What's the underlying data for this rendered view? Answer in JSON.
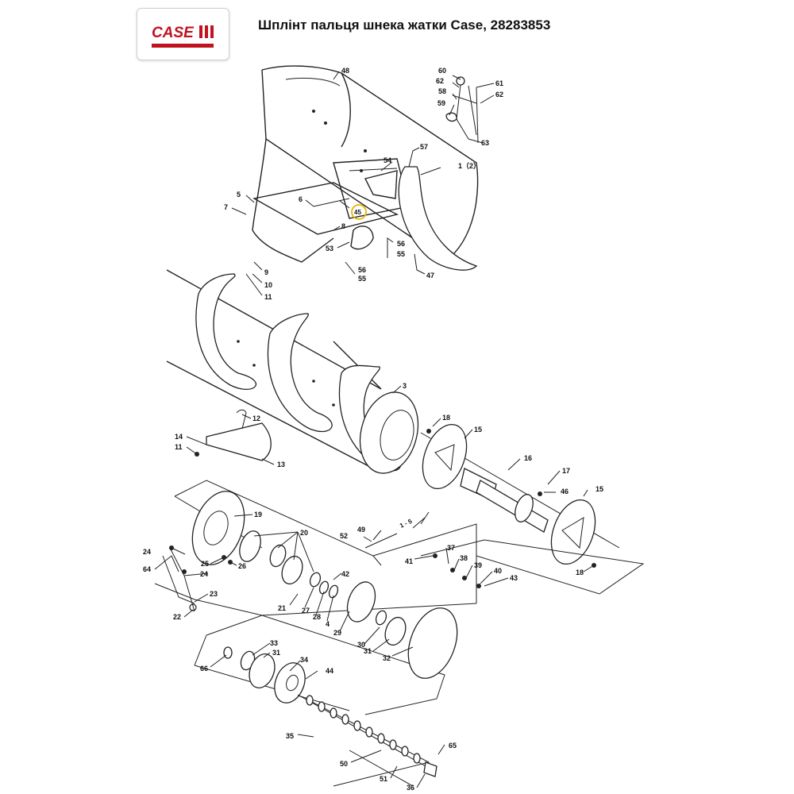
{
  "header": {
    "logo_text": "CASE",
    "title": "Шплінт пальця шнека жатки Case, 28283853"
  },
  "colors": {
    "brand_red": "#c1121f",
    "highlight_circle": "#e8b400",
    "line": "#222222"
  },
  "diagram": {
    "callouts": [
      "48",
      "60",
      "62",
      "61",
      "58",
      "62",
      "59",
      "63",
      "57",
      "54",
      "1（2）",
      "5",
      "7",
      "6",
      "45",
      "8",
      "53",
      "56",
      "55",
      "56",
      "55",
      "47",
      "9",
      "10",
      "11",
      "3",
      "18",
      "15",
      "12",
      "14",
      "11",
      "13",
      "16",
      "17",
      "46",
      "15",
      "19",
      "20",
      "49",
      "1 - 5",
      "52",
      "24",
      "25",
      "26",
      "64",
      "24",
      "23",
      "22",
      "21",
      "42",
      "27",
      "28",
      "4",
      "29",
      "30",
      "41",
      "37",
      "38",
      "39",
      "40",
      "43",
      "18",
      "31",
      "32",
      "33",
      "31",
      "34",
      "44",
      "66",
      "35",
      "65",
      "50",
      "51",
      "36"
    ],
    "highlighted_callout": "45"
  }
}
